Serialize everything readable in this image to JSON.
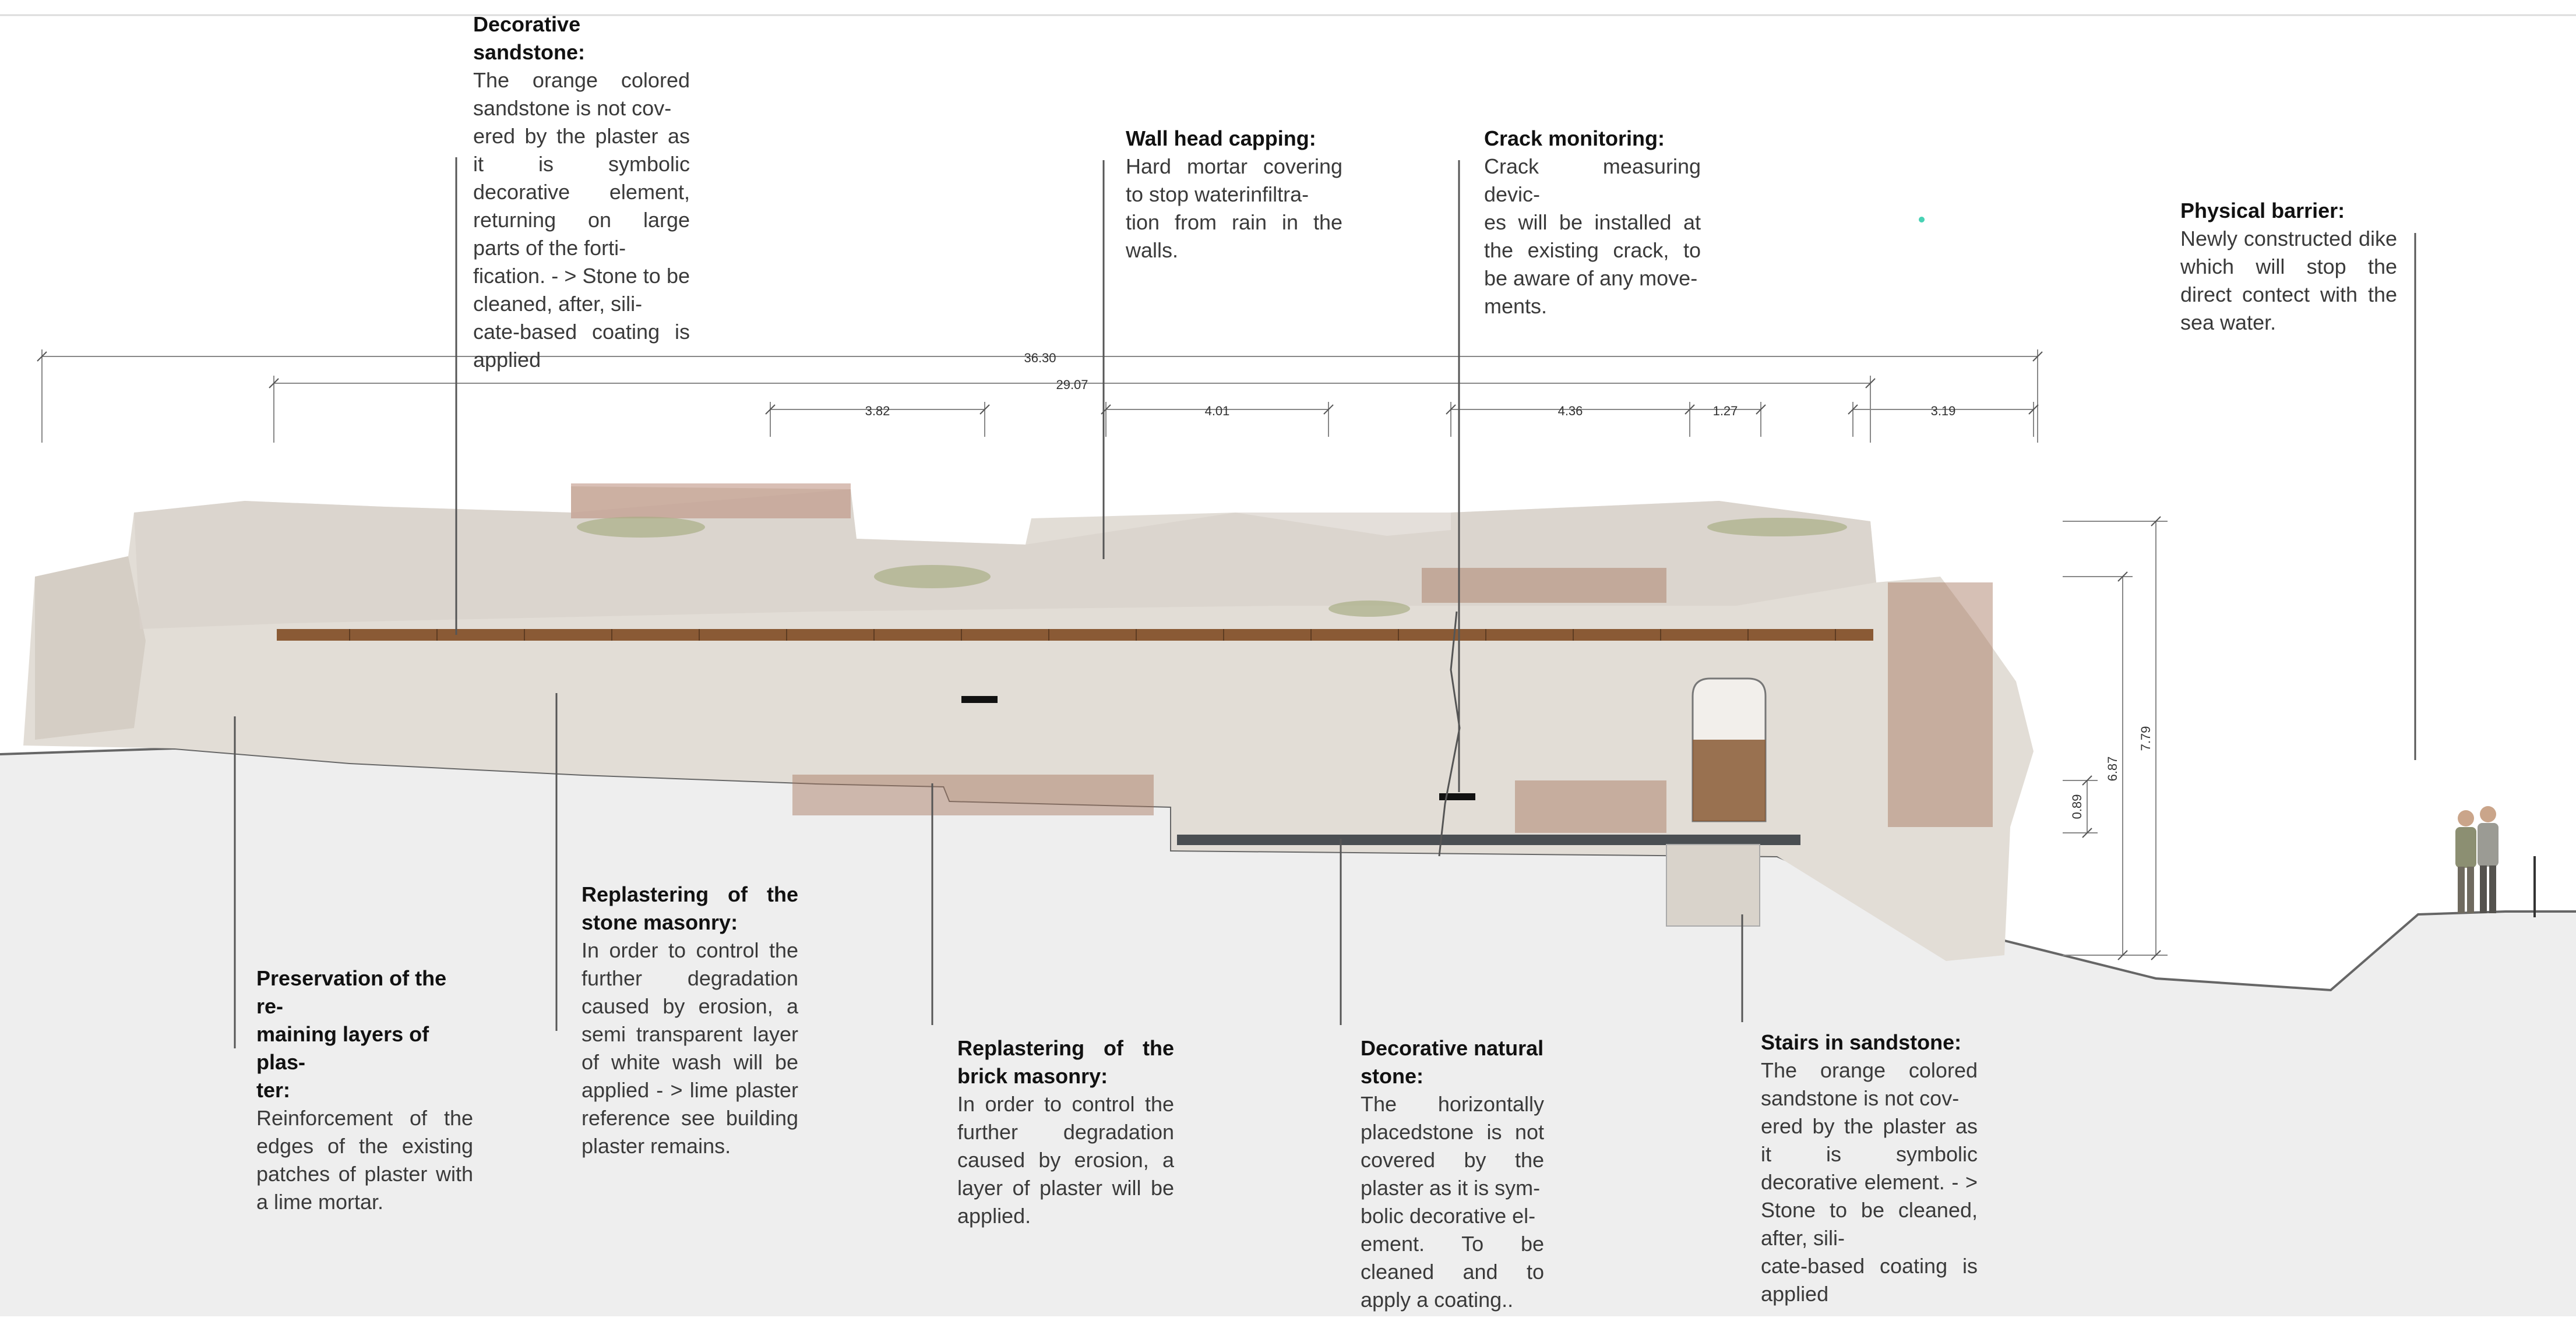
{
  "annotations": [
    {
      "id": "decorative-sandstone",
      "title": "Decorative sandstone:",
      "body": "The orange colored sandstone is not cov-\nered by the plaster as it is symbolic decorative element, returning on large parts of the forti-\nfication. - > Stone to be cleaned, after, sili-\ncate-based coating is applied"
    },
    {
      "id": "wall-head-capping",
      "title": "Wall head capping:",
      "body": "Hard mortar covering to stop waterinfiltra-\ntion from rain in the walls."
    },
    {
      "id": "crack-monitoring",
      "title": "Crack monitoring:",
      "body": "Crack measuring devic-\nes will be installed at the existing crack, to be aware of any move-\nments."
    },
    {
      "id": "physical-barrier",
      "title": "Physical barrier:",
      "body": "Newly constructed dike which will stop the direct contect with the sea water."
    },
    {
      "id": "preservation-plaster",
      "title": "Preservation of the re-\nmaining layers of plas-\nter:",
      "body": "Reinforcement of the edges of the existing patches of plaster with a lime mortar."
    },
    {
      "id": "replastering-stone",
      "title": "Replastering of the stone masonry:",
      "body": "In order to control the further degradation caused by erosion, a semi transparent layer of white wash will be applied - > lime plaster reference see building plaster remains."
    },
    {
      "id": "replastering-brick",
      "title": "Replastering of the brick masonry:",
      "body": "In order to control the further degradation caused by erosion, a layer of plaster will be applied."
    },
    {
      "id": "decorative-natural-stone",
      "title": "Decorative natural stone:",
      "body": "The horizontally placedstone is not covered by the plaster as it is sym-\nbolic decorative el-\nement. To be cleaned and to apply a coating.."
    },
    {
      "id": "stairs-sandstone",
      "title": "Stairs in sandstone:",
      "body": "The orange colored sandstone is not cov-\nered by the plaster as it is symbolic decorative element. - > Stone to be cleaned, after, sili-\ncate-based coating is applied"
    }
  ],
  "dimensions": {
    "horizontal": [
      "36.30",
      "29.07",
      "3.82",
      "4.01",
      "4.36",
      "1.27",
      "3.19"
    ],
    "vertical": [
      "7.79",
      "6.87",
      "0.89"
    ]
  },
  "colors": {
    "ground": "#eeeeee",
    "wall": "#e2ddd6",
    "wall_shadow": "#cfc6bb",
    "brick": "#a5735a",
    "timber_band": "#8a5a35",
    "dark_band": "#4a4e52",
    "dim_line": "#888888",
    "leader": "#555555",
    "grass": "#a9ae86"
  }
}
